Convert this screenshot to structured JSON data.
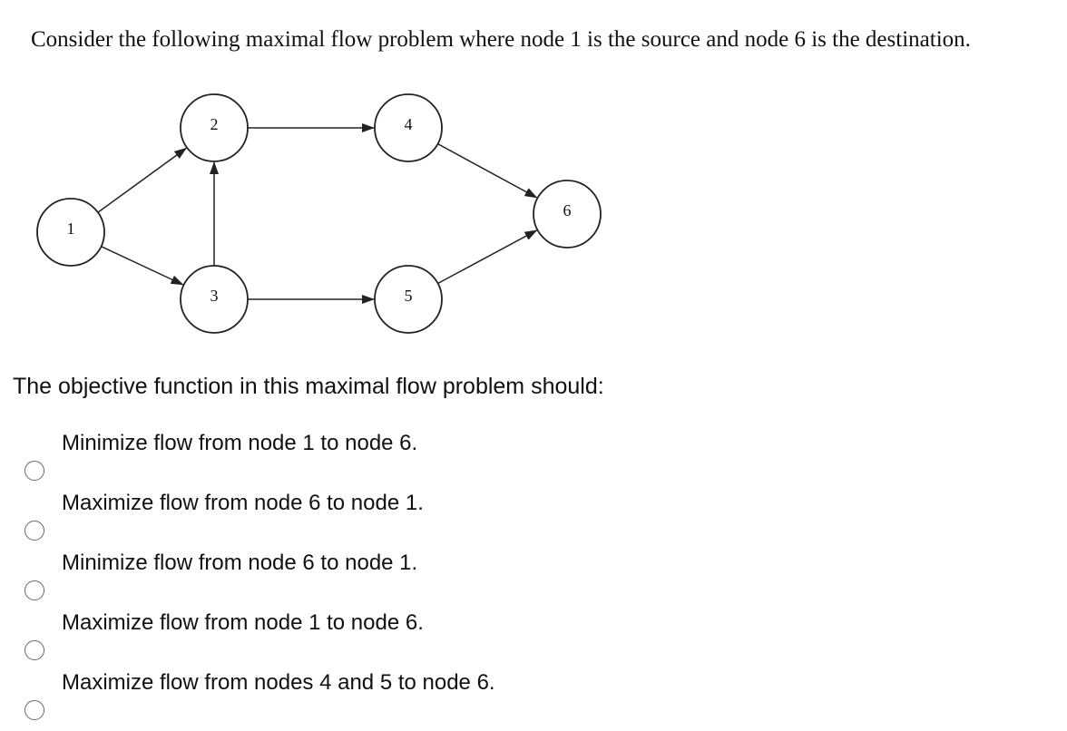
{
  "question": {
    "intro": "Consider the following maximal flow problem where node 1 is the source and node 6 is the destination.",
    "prompt": "The objective function in this maximal flow problem should:"
  },
  "network": {
    "nodes": [
      "1",
      "2",
      "3",
      "4",
      "5",
      "6"
    ],
    "edges": [
      {
        "from": "1",
        "to": "2"
      },
      {
        "from": "1",
        "to": "3"
      },
      {
        "from": "3",
        "to": "2"
      },
      {
        "from": "2",
        "to": "4"
      },
      {
        "from": "3",
        "to": "5"
      },
      {
        "from": "4",
        "to": "6"
      },
      {
        "from": "5",
        "to": "6"
      }
    ]
  },
  "options": [
    {
      "label": "Minimize flow from node 1 to node 6."
    },
    {
      "label": "Maximize flow from node 6 to node 1."
    },
    {
      "label": "Minimize flow from node 6 to node 1."
    },
    {
      "label": "Maximize flow from node 1 to node 6."
    },
    {
      "label": "Maximize flow from nodes 4 and 5 to node 6."
    }
  ]
}
